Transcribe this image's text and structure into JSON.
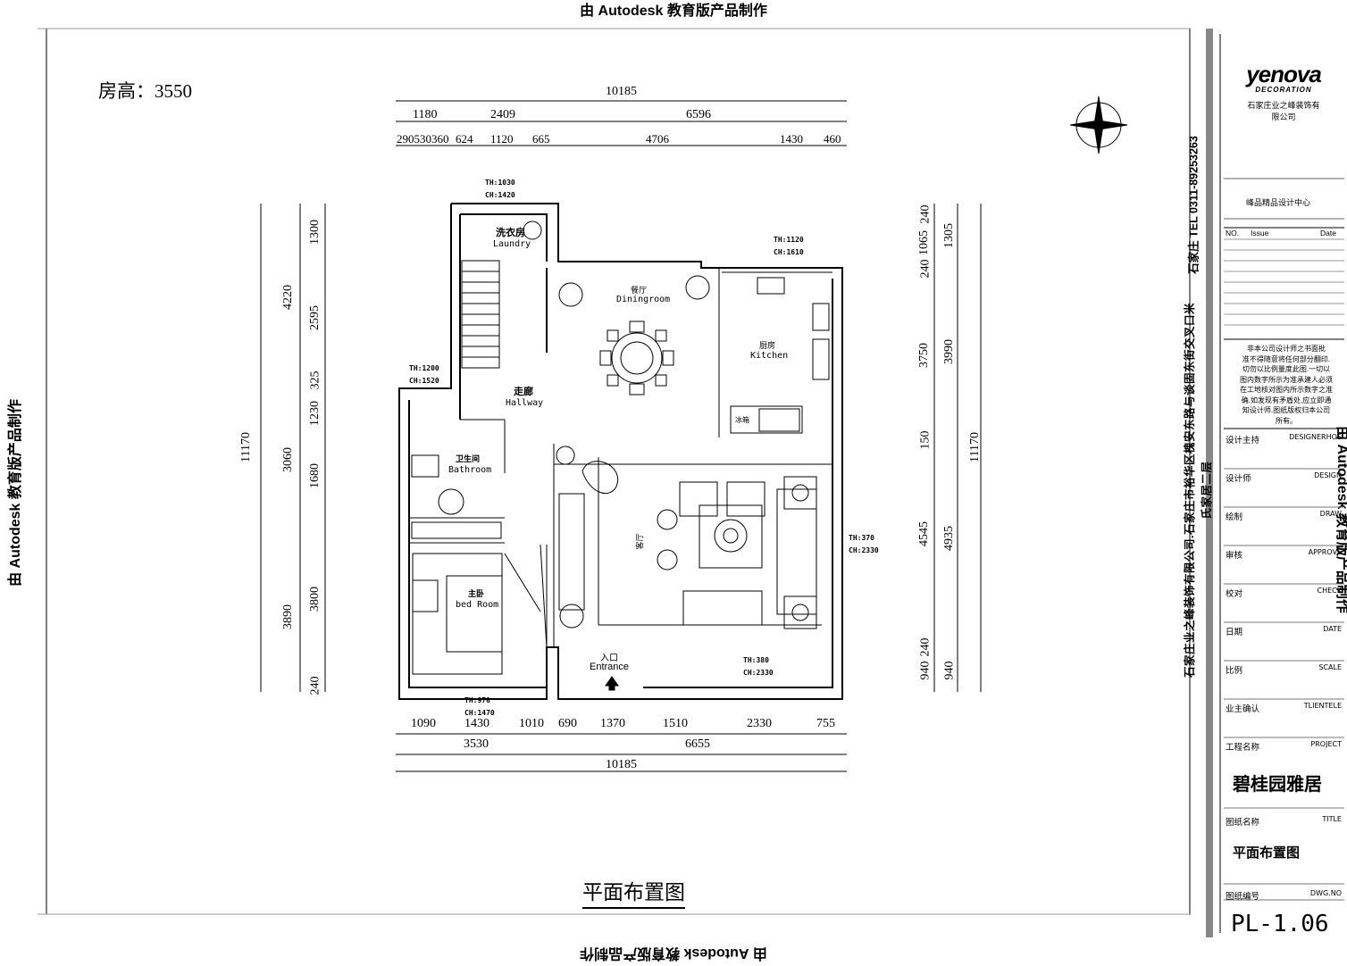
{
  "watermark": "由 Autodesk 教育版产品制作",
  "room_height": "房高：3550",
  "drawing_title": "平面布置图",
  "dims_top_total": "10185",
  "dims_top_mid": [
    "1180",
    "2409",
    "6596"
  ],
  "dims_top_fine": [
    "290530360",
    "624",
    "1120",
    "665",
    "4706",
    "1430",
    "460"
  ],
  "dims_bottom_fine": [
    "1090",
    "1430",
    "1010",
    "690",
    "1370",
    "1510",
    "2330",
    "755"
  ],
  "dims_bottom_mid": [
    "3530",
    "6655"
  ],
  "dims_bottom_total": "10185",
  "dims_left_total": "11170",
  "dims_left_mid": [
    "4220",
    "3060",
    "3890"
  ],
  "dims_left_fine": [
    "1300",
    "2595",
    "325",
    "1230",
    "1680",
    "3800",
    "240"
  ],
  "dims_right_fine": [
    "240",
    "1065",
    "240",
    "3750",
    "150",
    "4545",
    "240",
    "940"
  ],
  "dims_right_mid": [
    "1305",
    "3990",
    "4935",
    "940"
  ],
  "dims_right_total": "11170",
  "rooms": {
    "laundry_cn": "洗衣房",
    "laundry_en": "Laundry",
    "dining_cn": "餐厅",
    "dining_en": "Diningroom",
    "kitchen_cn": "厨房",
    "kitchen_en": "Kitchen",
    "hallway_cn": "走廊",
    "hallway_en": "Hallway",
    "bathroom_cn": "卫生间",
    "bathroom_en": "Bathroom",
    "living_cn": "客厅",
    "bedroom_cn": "主卧",
    "bedroom_en": "bed Room",
    "fridge": "冰箱",
    "entrance_cn": "入口",
    "entrance_en": "Entrance"
  },
  "windows": {
    "w1": [
      "TH:1030",
      "CH:1420"
    ],
    "w2": [
      "TH:1120",
      "CH:1610"
    ],
    "w3": [
      "TH:1200",
      "CH:1520"
    ],
    "w4": [
      "TH:370",
      "CH:2330"
    ],
    "w5": [
      "TH:380",
      "CH:2330"
    ],
    "w6": [
      "TH:970",
      "CH:1470"
    ]
  },
  "side_text": "石家庄业之峰装饰有限公司.石家庄市裕华区槐安东路与谈固东街交叉口米氏家居二层",
  "side_phone": "石家庄  TEL  0311-89253263",
  "title_block": {
    "logo": "yenova",
    "logo_sub": "DECORATION",
    "company": "石家庄业之峰装饰有",
    "company2": "限公司",
    "design_center": "峰品精品设计中心",
    "no_label": "NO.",
    "issue_label": "Issue",
    "date_label": "Date",
    "notice": [
      "非本公司设计师之书面批",
      "准不得随意将任何部分翻印.",
      "切勿以比例量度此图.一切以",
      "图内数字所示为准承建人必须",
      "在工地核对图内所示数字之准",
      "确.如发现有矛盾处,应立即通",
      "知设计师.图纸版权归本公司",
      "所有。"
    ],
    "rows": [
      {
        "cn": "设计主持",
        "en": "DESIGNERHOS"
      },
      {
        "cn": "设计师",
        "en": "DESIGN"
      },
      {
        "cn": "绘制",
        "en": "DRAW"
      },
      {
        "cn": "审核",
        "en": "APPROVE"
      },
      {
        "cn": "校对",
        "en": "CHECK"
      },
      {
        "cn": "日期",
        "en": "DATE"
      },
      {
        "cn": "比例",
        "en": "SCALE"
      },
      {
        "cn": "业主确认",
        "en": "TLIENTELE"
      },
      {
        "cn": "工程名称",
        "en": "PROJECT"
      }
    ],
    "project_name": "碧桂园雅居",
    "title_label_cn": "图纸名称",
    "title_label_en": "TITLE",
    "title_value": "平面布置图",
    "dwg_label_cn": "图纸编号",
    "dwg_label_en": "DWG.NO",
    "dwg_value": "PL-1.06"
  },
  "colors": {
    "line": "#000000",
    "paper": "#ffffff"
  }
}
